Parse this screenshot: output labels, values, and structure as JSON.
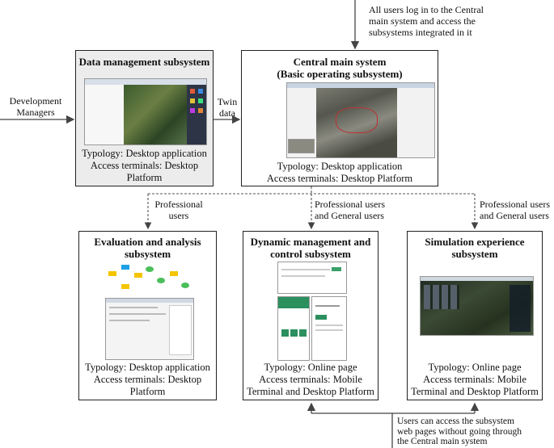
{
  "top_note": {
    "line1": "All users log in to the Central",
    "line2": "main system and access the",
    "line3": "subsystems integrated in it"
  },
  "dev_managers": {
    "line1": "Development",
    "line2": "Managers"
  },
  "twin_data": {
    "line1": "Twin",
    "line2": "data"
  },
  "data_mgmt": {
    "title": "Data management subsystem",
    "desc1": "Typology: Desktop application",
    "desc2": "Access terminals: Desktop",
    "desc3": "Platform"
  },
  "central": {
    "title1": "Central  main system",
    "title2": "(Basic operating subsystem)",
    "desc1": "Typology: Desktop application",
    "desc2": "Access terminals: Desktop Platform"
  },
  "links": {
    "left1": "Professional",
    "left2": "users",
    "mid1": "Professional users",
    "mid2": "and General users",
    "right1": "Professional users",
    "right2": "and General users"
  },
  "eval": {
    "title1": "Evaluation and analysis",
    "title2": "subsystem",
    "desc1": "Typology: Desktop application",
    "desc2": "Access terminals: Desktop",
    "desc3": "Platform"
  },
  "dynamic": {
    "title1": "Dynamic management and",
    "title2": "control subsystem",
    "desc1": "Typology: Online page",
    "desc2": "Access terminals: Mobile",
    "desc3": "Terminal and Desktop Platform"
  },
  "simulation": {
    "title1": "Simulation experience",
    "title2": "subsystem",
    "desc1": "Typology: Online page",
    "desc2": "Access terminals: Mobile",
    "desc3": "Terminal and Desktop Platform"
  },
  "bottom_note": {
    "line1": "Users can access the subsystem",
    "line2": "web pages without going through",
    "line3": "the Central main system"
  }
}
